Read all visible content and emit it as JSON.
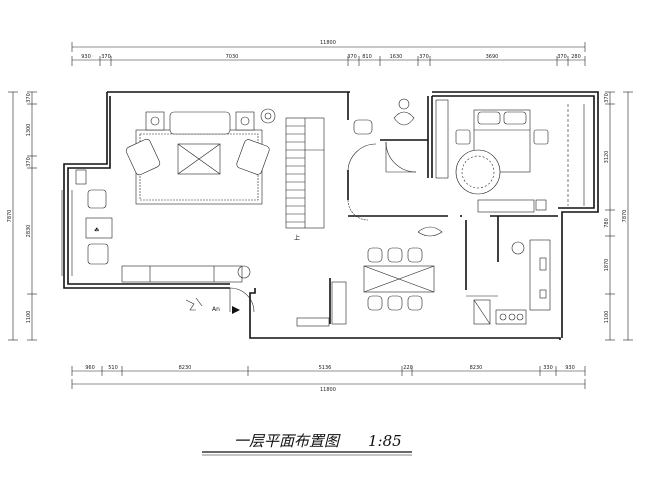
{
  "drawing": {
    "title": "一层平面布置图",
    "scale": "1:85",
    "stair_label": "上",
    "entry_label": "An"
  },
  "dimensions": {
    "top_total": "11800",
    "top_segments": [
      "930",
      "370",
      "7030",
      "370",
      "810",
      "1630",
      "370",
      "3690",
      "370",
      "280"
    ],
    "bottom_total": "11800",
    "bottom_segments": [
      "960",
      "510",
      "8230",
      "5136",
      "220",
      "8230",
      "330",
      "930"
    ],
    "left_total": "7870",
    "left_segments": [
      "370",
      "1300",
      "370",
      "2830",
      "1100"
    ],
    "right_total": "7870",
    "right_segments": [
      "370",
      "3120",
      "780",
      "1870",
      "1100"
    ]
  }
}
